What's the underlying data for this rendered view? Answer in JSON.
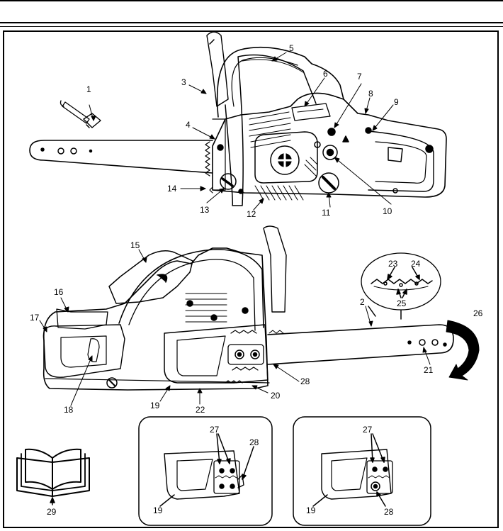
{
  "callouts": {
    "c1": "1",
    "c2": "2",
    "c3": "3",
    "c4": "4",
    "c5": "5",
    "c6": "6",
    "c7": "7",
    "c8": "8",
    "c9": "9",
    "c10": "10",
    "c11": "11",
    "c12": "12",
    "c13": "13",
    "c14": "14",
    "c15": "15",
    "c16": "16",
    "c17": "17",
    "c18": "18",
    "c19": "19",
    "c20": "20",
    "c21": "21",
    "c22": "22",
    "c23": "23",
    "c24": "24",
    "c25": "25",
    "c26": "26",
    "c27": "27",
    "c28": "28",
    "c29": "29"
  },
  "icons": [
    "chain-wrench-icon",
    "chainsaw-top-view",
    "chainsaw-side-view",
    "saw-chain-detail",
    "rotation-arrow-icon",
    "clutch-cover-detail",
    "manual-book-icon"
  ]
}
